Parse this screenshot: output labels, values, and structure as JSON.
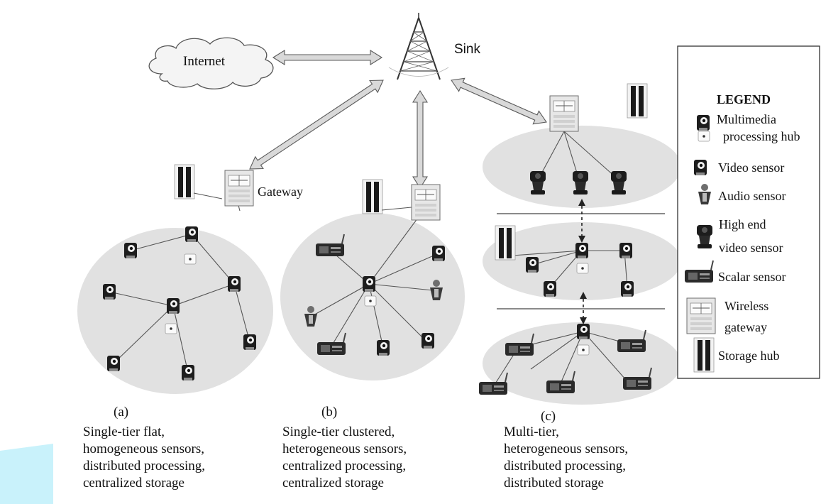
{
  "labels": {
    "internet": "Internet",
    "sink": "Sink",
    "gateway": "Gateway"
  },
  "legend": {
    "title": "LEGEND",
    "items": [
      {
        "icon": "multimedia-processing-hub-icon",
        "lines": [
          "Multimedia",
          "processing hub"
        ]
      },
      {
        "icon": "video-sensor-icon",
        "lines": [
          "Video sensor"
        ]
      },
      {
        "icon": "audio-sensor-icon",
        "lines": [
          "Audio sensor"
        ]
      },
      {
        "icon": "high-end-video-sensor-icon",
        "lines": [
          "High end",
          "video sensor"
        ]
      },
      {
        "icon": "scalar-sensor-icon",
        "lines": [
          "Scalar sensor"
        ]
      },
      {
        "icon": "wireless-gateway-icon",
        "lines": [
          "Wireless",
          "gateway"
        ]
      },
      {
        "icon": "storage-hub-icon",
        "lines": [
          "Storage hub"
        ]
      }
    ]
  },
  "captions": {
    "a": {
      "tag": "(a)",
      "lines": [
        "Single-tier flat,",
        "homogeneous sensors,",
        "distributed processing,",
        "centralized storage"
      ]
    },
    "b": {
      "tag": "(b)",
      "lines": [
        "Single-tier clustered,",
        "heterogeneous sensors,",
        "centralized processing,",
        "centralized storage"
      ]
    },
    "c": {
      "tag": "(c)",
      "lines": [
        "Multi-tier,",
        "heterogeneous sensors,",
        "distributed processing,",
        "distributed storage"
      ]
    }
  },
  "colors": {
    "cluster_fill": "#e1e1e1",
    "arrow_fill": "#d9d9d9",
    "decor": "#c9f2fb"
  }
}
